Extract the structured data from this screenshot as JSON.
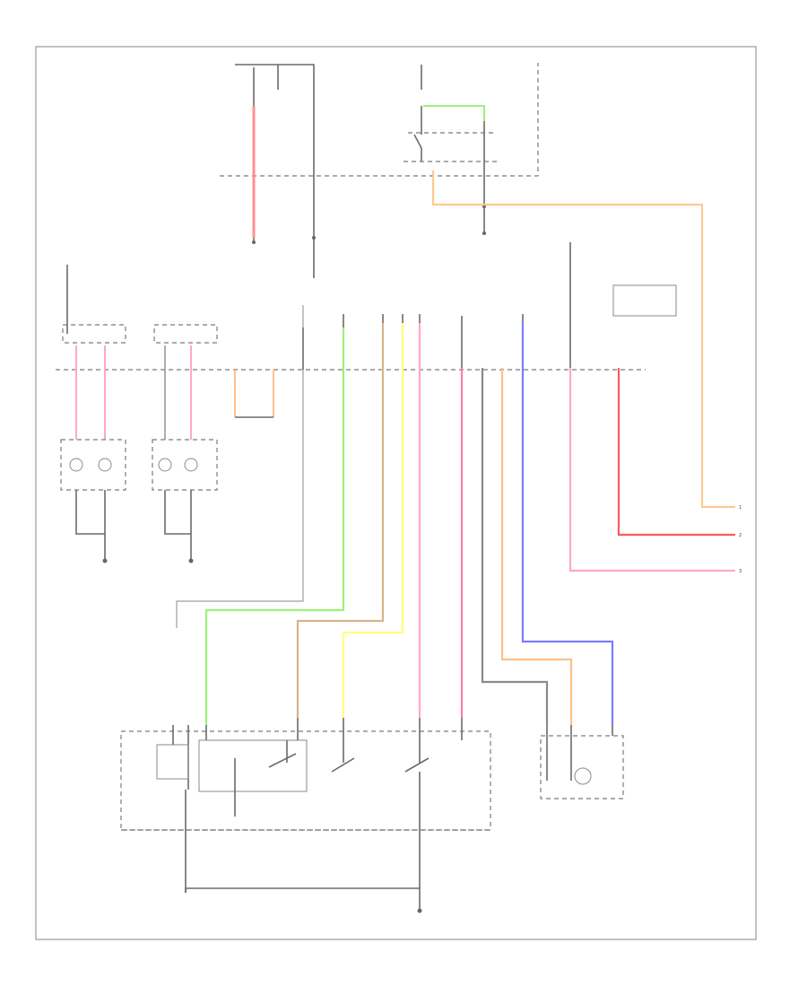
{
  "diagram": {
    "page_ref": "",
    "connectors": [
      {
        "id": "A",
        "label": "1"
      },
      {
        "id": "B",
        "label": "2"
      },
      {
        "id": "C",
        "label": "3"
      }
    ],
    "wire_colors": {
      "red": "#ff8f8f",
      "pink": "#ff7fa2",
      "orange": "#ffc08a",
      "green": "#9cf27a",
      "tan": "#d8b48c",
      "yellow": "#ffff7a",
      "gray": "#8a8a8a",
      "blue": "#7b7bff",
      "bright_red": "#ff5a5a",
      "light_pink": "#ffa8c8",
      "light_orange": "#ffc890"
    }
  }
}
